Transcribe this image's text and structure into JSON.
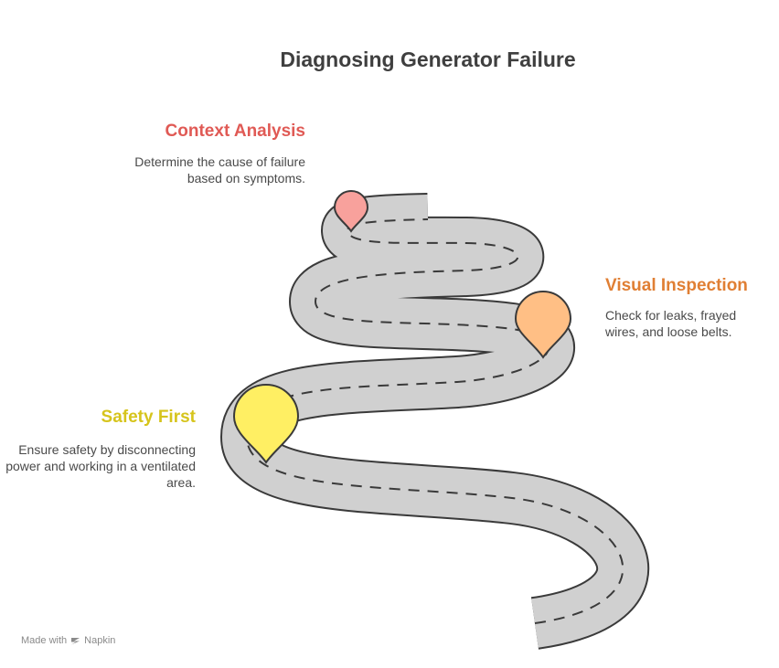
{
  "title": "Diagnosing Generator Failure",
  "steps": [
    {
      "title": "Context Analysis",
      "description": "Determine the cause of failure based on symptoms.",
      "color": "#e05a55",
      "pin_color": "#f8a19c",
      "icon": "map-pin-icon"
    },
    {
      "title": "Visual Inspection",
      "description": "Check for leaks, frayed wires, and loose belts.",
      "color": "#e07f34",
      "pin_color": "#ffbf85",
      "icon": "map-pin-icon"
    },
    {
      "title": "Safety First",
      "description": "Ensure safety by disconnecting power and working in a ventilated area.",
      "color": "#d6c41c",
      "pin_color": "#ffef63",
      "icon": "map-pin-icon"
    }
  ],
  "colors": {
    "road_fill": "#d0d0d0",
    "road_outline": "#3a3a3a",
    "lane_marking": "#3a3a3a"
  },
  "footer": {
    "prefix": "Made with",
    "brand": "Napkin"
  }
}
